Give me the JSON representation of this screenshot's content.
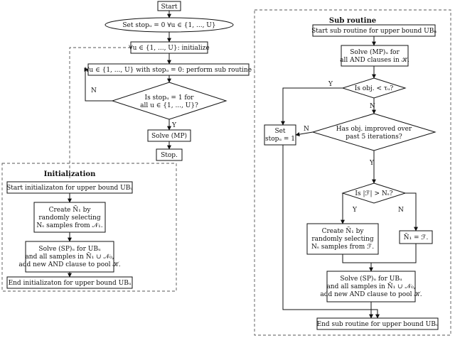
{
  "main": {
    "start": "Start",
    "set_stop": "Set stopᵤ = 0 ∀u ∈ {1, ..., U}",
    "initialize": "∀u ∈ {1, ..., U}: initialize",
    "perform": "∀u ∈ {1, ..., U} with stopᵤ = 0: perform sub routine",
    "check_l1": "Is stopᵤ = 1 for",
    "check_l2": "all u ∈ {1, ..., U}?",
    "solve_mp": "Solve (MP)",
    "stop": "Stop.",
    "yes": "Y",
    "no": "N"
  },
  "init": {
    "title": "Initialization",
    "start": "Start initializaton for upper bound UBᵤ",
    "create_l1": "Create Ñ₁ by",
    "create_l2": "randomly selecting",
    "create_l3": "Nₛ samples from 𝒩₁.",
    "solve_l1": "Solve (SP)ᵤ for UBᵤ",
    "solve_l2": "and all samples in Ñ₁ ∪ 𝒩₀,",
    "solve_l3": "add new AND clause to pool 𝒦̃.",
    "end": "End initializaton for upper bound UBᵤ"
  },
  "sub": {
    "title": "Sub routine",
    "start": "Start sub routine for upper bound UBᵤ",
    "solve_mp_l1": "Solve (MP)ᵤ for",
    "solve_mp_l2": "all AND clauses in 𝒦̃.",
    "obj_check": "Is obj. < τᵤ?",
    "improved_l1": "Has obj. improved over",
    "improved_l2": "past 5 iterations?",
    "set_l1": "Set",
    "set_l2": "stopᵤ = 1",
    "size_check": "Is |ℱ| > Nₛ?",
    "create_l1": "Create Ñ₁ by",
    "create_l2": "randomly selecting",
    "create_l3": "Nₛ samples from ℱ.",
    "assign": "Ñ₁ = ℱ.",
    "solve_sp_l1": "Solve (SP)ᵤ for UBᵤ",
    "solve_sp_l2": "and all samples in Ñ₁ ∪ 𝒩₀,",
    "solve_sp_l3": "add new AND clause to pool 𝒦̃.",
    "end": "End sub routine for upper bound UBᵤ",
    "yes": "Y",
    "no": "N"
  }
}
